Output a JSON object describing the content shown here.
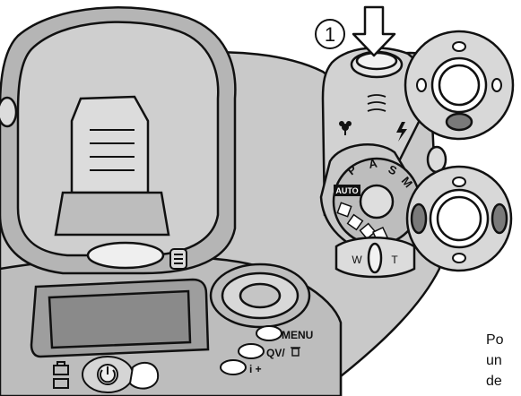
{
  "step_number": "1",
  "buttons": {
    "menu": "MENU",
    "qv": "QV/",
    "qv_delete_icon": "trash-icon",
    "info": "i +"
  },
  "mode_dial": {
    "auto": "AUTO",
    "p": "P",
    "a": "A",
    "s": "S",
    "m": "M"
  },
  "zoom_lever": {
    "wide": "W",
    "tele": "T"
  },
  "caption_lines": [
    "Po",
    "un",
    "de"
  ],
  "colors": {
    "body": "#c9c9c9",
    "body_dark": "#8a8a8a",
    "outline": "#111111",
    "highlight_key": "#7a7a7a",
    "background": "#ffffff"
  }
}
